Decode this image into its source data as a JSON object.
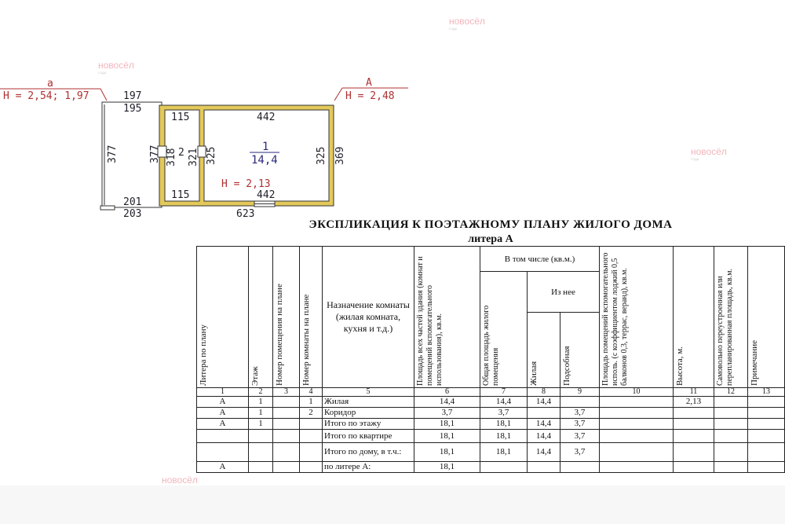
{
  "watermark": {
    "brand": "новосёл",
    "year_badge": "ГОДА"
  },
  "plan": {
    "label_a": "а",
    "height_a": "H = 2,54; 1,97",
    "label_A": "А",
    "height_A": "H = 2,48",
    "dims": {
      "top_outer": "197",
      "top_inner": "195",
      "left_outer": "377",
      "left_inner": "377",
      "corridor_top": "115",
      "corridor_bottom": "115",
      "corridor_h1": "318",
      "corridor_h2": "321",
      "room_top": "442",
      "room_bottom": "442",
      "room_left": "325",
      "room_right": "325",
      "right_outer": "369",
      "bottom_left_inner": "201",
      "bottom_left_outer": "203",
      "bottom_total": "623"
    },
    "corridor_no": "2",
    "room_no": "1",
    "room_area": "14,4",
    "room_height": "H = 2,13"
  },
  "explication": {
    "title": "ЭКСПЛИКАЦИЯ К ПОЭТАЖНОМУ ПЛАНУ ЖИЛОГО ДОМА",
    "subtitle": "литера А",
    "headers": {
      "h1": "Литера по плану",
      "h2": "Этаж",
      "h3": "Номер помещения на плане",
      "h4": "Номер комнаты на плане",
      "h5": "Назначение комнаты (жилая комната, кухня и т.д.)",
      "h6": "Площадь всех частей здания (комнат и помещений вспомогательного использования), кв.м.",
      "group": "В том числе (кв.м.)",
      "h7": "Общая площадь жилого помещения",
      "subgroup": "Из нее",
      "h8": "Жилая",
      "h9": "Подсобная",
      "h10": "Площадь помещений вспомогательного исполь. (с коэффициентом лоджий 0,5 балконов 0,3, террас, веранд), кв.м.",
      "h11": "Высота, м.",
      "h12": "Самовольно переустроенная или перепланированная площадь, кв.м.",
      "h13": "Примечание"
    },
    "col_numbers": [
      "1",
      "2",
      "3",
      "4",
      "5",
      "6",
      "7",
      "8",
      "9",
      "10",
      "11",
      "12",
      "13"
    ],
    "rows": [
      [
        "А",
        "1",
        "",
        "1",
        "Жилая",
        "14,4",
        "14,4",
        "14,4",
        "",
        "",
        "2,13",
        "",
        ""
      ],
      [
        "А",
        "1",
        "",
        "2",
        "Коридор",
        "3,7",
        "3,7",
        "",
        "3,7",
        "",
        "",
        "",
        ""
      ],
      [
        "А",
        "1",
        "",
        "",
        "Итого по этажу",
        "18,1",
        "18,1",
        "14,4",
        "3,7",
        "",
        "",
        "",
        ""
      ],
      [
        "",
        "",
        "",
        "",
        "Итого по квартире",
        "18,1",
        "18,1",
        "14,4",
        "3,7",
        "",
        "",
        "",
        ""
      ],
      [
        "",
        "",
        "",
        "",
        "Итого по дому, в т.ч.:",
        "18,1",
        "18,1",
        "14,4",
        "3,7",
        "",
        "",
        "",
        ""
      ],
      [
        "А",
        "",
        "",
        "",
        "по литере   А:",
        "18,1",
        "",
        "",
        "",
        "",
        "",
        "",
        ""
      ]
    ]
  }
}
